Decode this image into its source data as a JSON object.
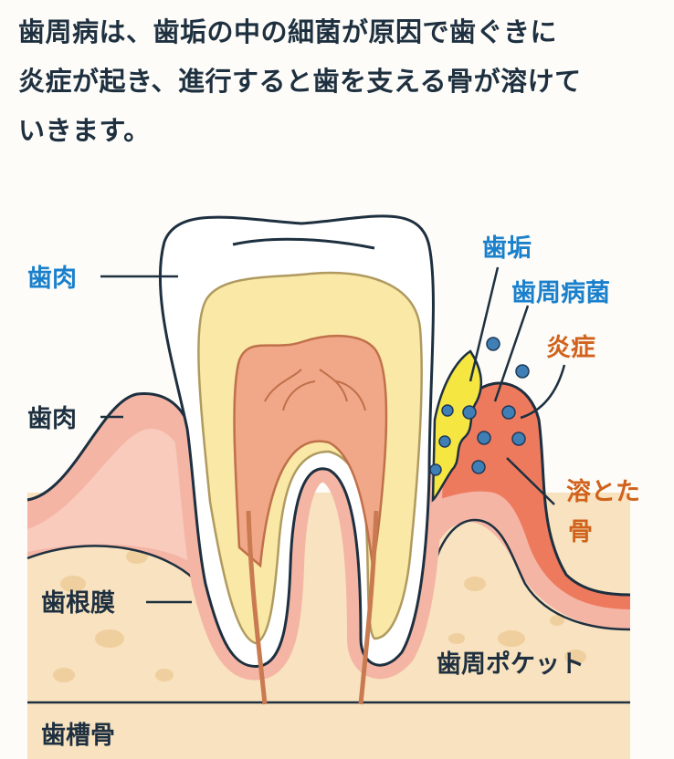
{
  "intro": {
    "lines": [
      "歯周病は、歯垢の中の細菌が原因で歯ぐきに",
      "炎症が起き、進行すると歯を支える骨が溶けて",
      "いきます。"
    ]
  },
  "labels": {
    "gum_top": "歯肉",
    "gum": "歯肉",
    "periodontal_ligament": "歯根膜",
    "alveolar_bone": "歯槽骨",
    "plaque": "歯垢",
    "bacteria": "歯周病菌",
    "inflammation": "炎症",
    "dissolved_bone_line1": "溶とた",
    "dissolved_bone_line2": "骨",
    "periodontal_pocket": "歯周ポケット"
  },
  "colors": {
    "text_dark": "#1e3040",
    "label_blue": "#1a80cc",
    "label_orange": "#d0621c",
    "gum": "#f4b5a5",
    "inflamed": "#ee7a5e",
    "plaque": "#f5e642",
    "bone": "#f8e2bf",
    "bacteria": "#3f7fb5"
  }
}
